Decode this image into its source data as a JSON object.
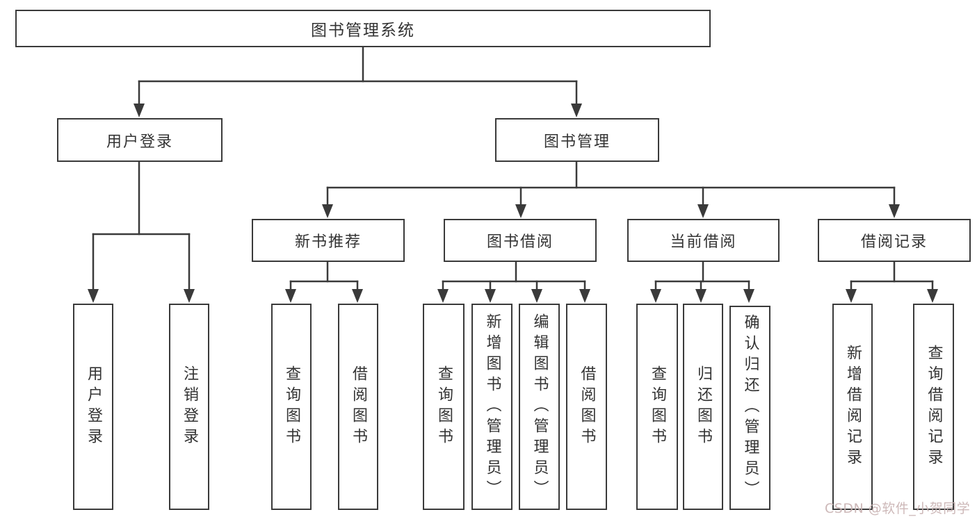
{
  "diagram": {
    "root": {
      "label": "图书管理系统"
    },
    "branches": [
      {
        "label": "用户登录",
        "children": [
          {
            "label": "用户登录"
          },
          {
            "label": "注销登录"
          }
        ]
      },
      {
        "label": "图书管理",
        "children": [
          {
            "label": "新书推荐",
            "children": [
              {
                "label": "查询图书"
              },
              {
                "label": "借阅图书"
              }
            ]
          },
          {
            "label": "图书借阅",
            "children": [
              {
                "label": "查询图书"
              },
              {
                "label": "新增图书（管理员）"
              },
              {
                "label": "编辑图书（管理员）"
              },
              {
                "label": "借阅图书"
              }
            ]
          },
          {
            "label": "当前借阅",
            "children": [
              {
                "label": "查询图书"
              },
              {
                "label": "归还图书"
              },
              {
                "label": "确认归还（管理员）"
              }
            ]
          },
          {
            "label": "借阅记录",
            "children": [
              {
                "label": "新增借阅记录"
              },
              {
                "label": "查询借阅记录"
              }
            ]
          }
        ]
      }
    ]
  },
  "watermark": {
    "text": "CSDN @软件_小贺同学"
  },
  "colors": {
    "line": "#3a3a3a",
    "border": "#3a3a3a",
    "text": "#333333",
    "background": "#ffffff",
    "watermark": "#c9b3b3"
  }
}
